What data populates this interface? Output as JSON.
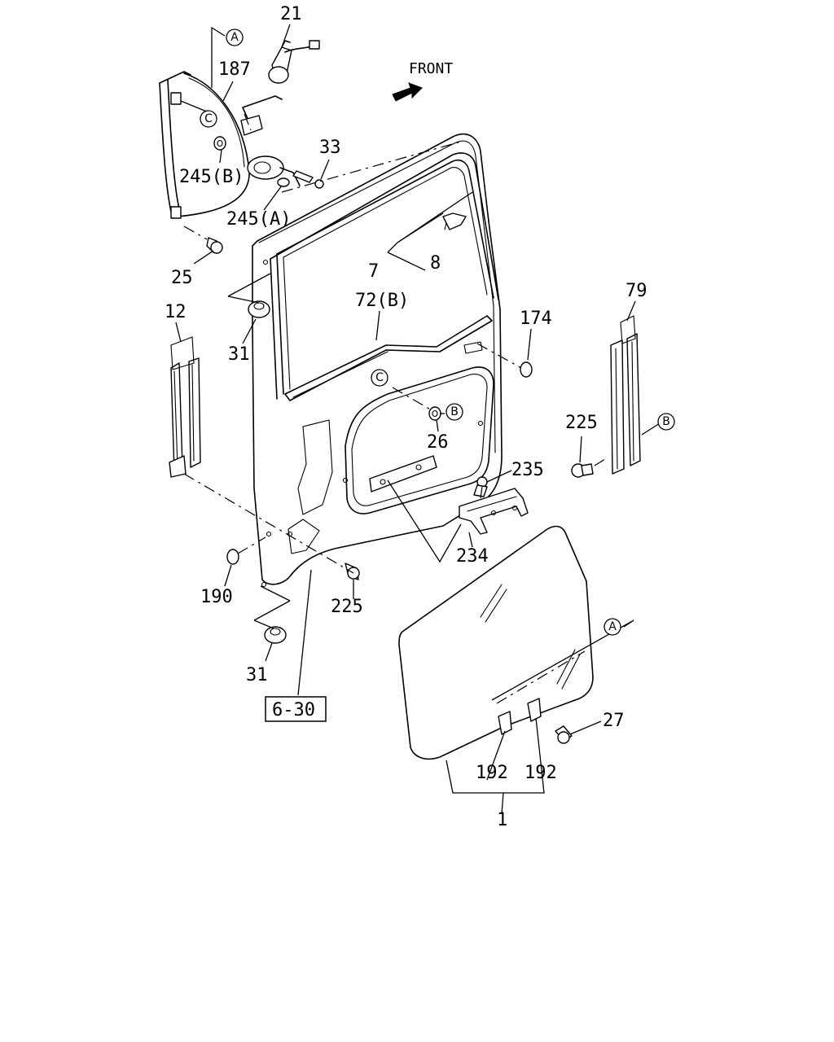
{
  "front_label": "FRONT",
  "ref_box": "6-30",
  "circled": {
    "A": "A",
    "B": "B",
    "C": "C"
  },
  "callouts": {
    "p21": "21",
    "p187": "187",
    "p33": "33",
    "p245b": "245(B)",
    "p245a": "245(A)",
    "p25": "25",
    "p7": "7",
    "p8": "8",
    "p72b": "72(B)",
    "p174": "174",
    "p79": "79",
    "p12": "12",
    "p31a": "31",
    "p31b": "31",
    "p26": "26",
    "p225a": "225",
    "p225b": "225",
    "p235": "235",
    "p234": "234",
    "p190": "190",
    "p27": "27",
    "p192a": "192",
    "p192b": "192",
    "p1": "1"
  }
}
